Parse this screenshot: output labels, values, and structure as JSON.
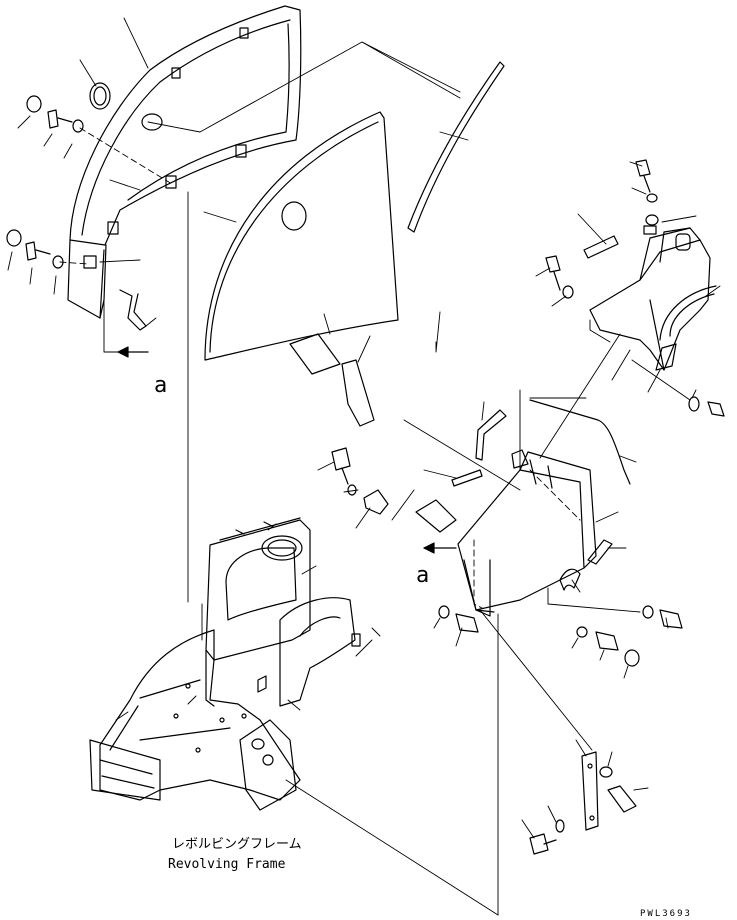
{
  "callouts": {
    "view_a_left": "a",
    "view_a_right": "a"
  },
  "caption": {
    "jp": "レボルビングフレーム",
    "en": "Revolving Frame"
  },
  "drawing_number": "PWL3693"
}
